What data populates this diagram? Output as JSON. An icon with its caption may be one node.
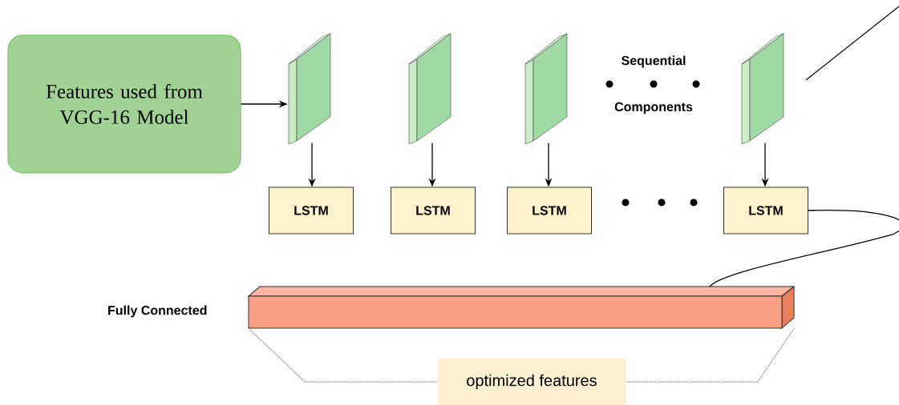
{
  "diagram": {
    "nodes": [
      {
        "text": [
          "Features used from VGG-16 Model"
        ]
      },
      {
        "text": [],
        "shape": "box"
      },
      {
        "text": [],
        "shape": "box"
      },
      {
        "text": [],
        "shape": "box"
      },
      {
        "text": [],
        "shape": "box"
      },
      {
        "text": [
          "LSTM"
        ]
      },
      {
        "text": [
          "LSTM"
        ]
      },
      {
        "text": [
          "LSTM"
        ]
      },
      {
        "text": [
          "LSTM"
        ]
      },
      {
        "text": [
          "Fully Connected"
        ]
      },
      {
        "text": [
          "optimized features"
        ]
      }
    ],
    "edges": [
      {
        "from": 0,
        "to": 1,
        "arrow": "to"
      },
      {
        "from": 1,
        "to": 5,
        "arrow": "to"
      },
      {
        "from": 2,
        "to": 6,
        "arrow": "to"
      },
      {
        "from": 3,
        "to": 7,
        "arrow": "to"
      },
      {
        "from": 4,
        "to": 8,
        "arrow": "to"
      },
      {
        "from": 8,
        "to": 9,
        "arrow": "none"
      },
      {
        "from": 9,
        "to": 10,
        "arrow": "none",
        "style": "dashed",
        "color": "#999999"
      },
      {
        "from": 9,
        "to": 10,
        "arrow": "none",
        "style": "dashed",
        "color": "#999999"
      }
    ],
    "labels": [
      "Sequential",
      "Components"
    ]
  }
}
